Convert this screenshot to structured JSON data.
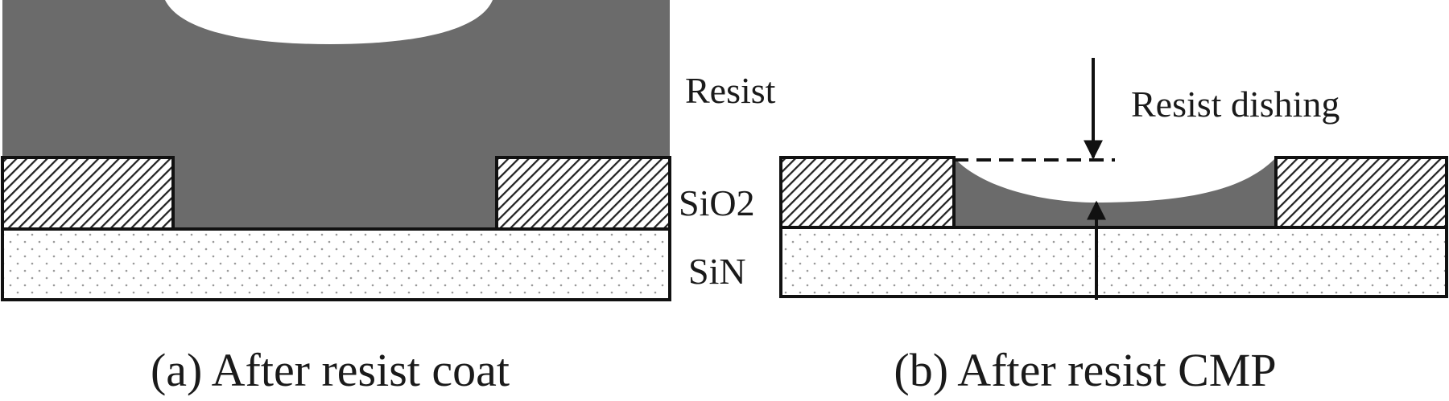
{
  "labels": {
    "resist": "Resist",
    "sio2": "SiO2",
    "sin": "SiN",
    "resist_dishing": "Resist dishing"
  },
  "captions": {
    "a": "(a) After resist coat",
    "b": "(b) After resist CMP"
  },
  "colors": {
    "resist": "#6b6b6b",
    "outline": "#111111",
    "background": "#ffffff",
    "dots": "#9a9a9a"
  }
}
